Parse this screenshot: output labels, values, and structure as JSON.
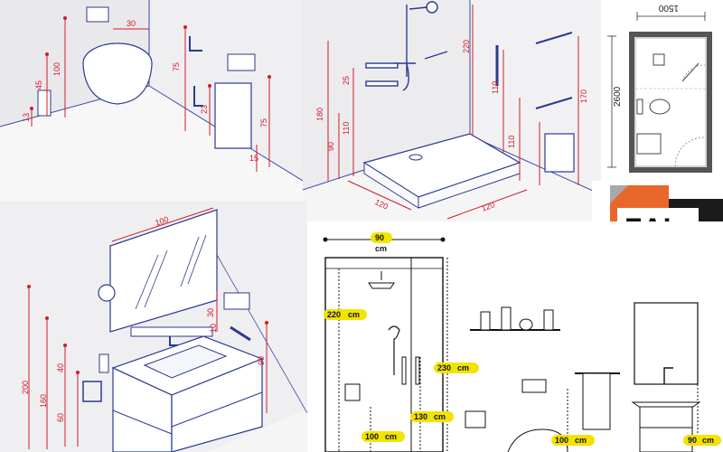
{
  "toilet_panel": {
    "labels": [
      "30",
      "100",
      "45",
      "13",
      "75",
      "23",
      "75",
      "15"
    ]
  },
  "shower_panel": {
    "labels": [
      "220",
      "110",
      "25",
      "180",
      "90",
      "110",
      "110",
      "170",
      "120",
      "120"
    ]
  },
  "floor_plan": {
    "width_label": "1500",
    "height_label": "2600"
  },
  "logo": {
    "text": "ZAL"
  },
  "vanity_panel": {
    "labels": [
      "100",
      "30",
      "10",
      "200",
      "160",
      "40",
      "60",
      "90"
    ]
  },
  "cabin_panel": {
    "width_label": "90",
    "width_unit": "cm",
    "dims": [
      {
        "value": "220",
        "unit": "cm"
      },
      {
        "value": "230",
        "unit": "cm"
      },
      {
        "value": "130",
        "unit": "cm"
      },
      {
        "value": "100",
        "unit": "cm"
      },
      {
        "value": "100",
        "unit": "cm"
      },
      {
        "value": "90",
        "unit": "cm"
      }
    ]
  },
  "colors": {
    "dimension": "#d11b2a",
    "outline": "#2b3a8f",
    "badge": "#f3e300",
    "logo_orange": "#e9672b",
    "logo_dark": "#1b1b1b"
  }
}
